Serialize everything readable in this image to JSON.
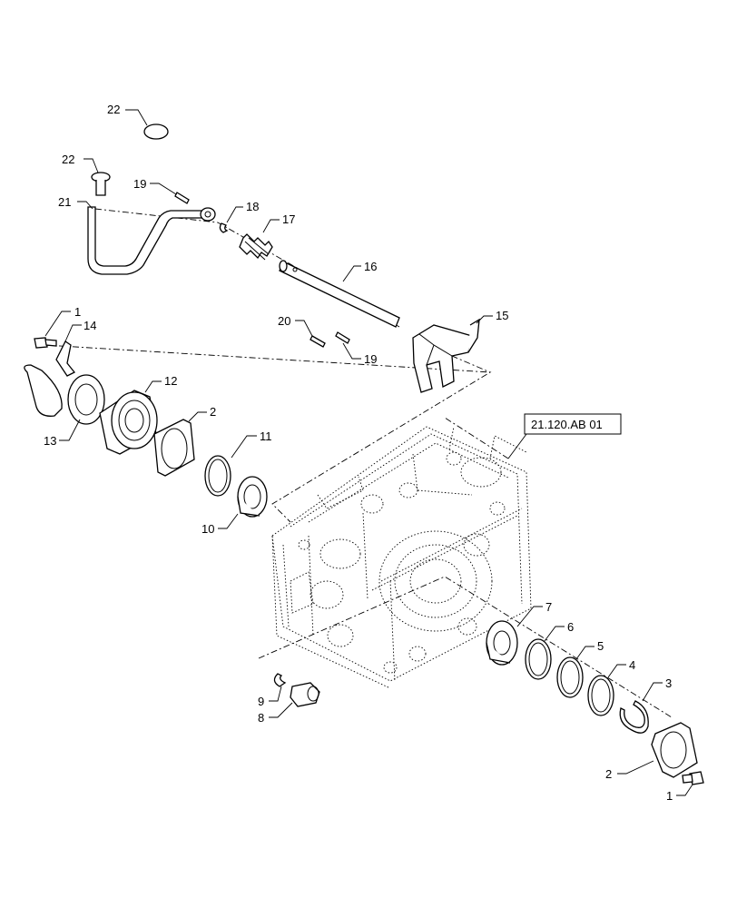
{
  "callouts": {
    "c22a": "22",
    "c22b": "22",
    "c21": "21",
    "c19a": "19",
    "c18": "18",
    "c17": "17",
    "c16": "16",
    "c15": "15",
    "c20": "20",
    "c19b": "19",
    "c1a": "1",
    "c14": "14",
    "c12": "12",
    "c13": "13",
    "c2a": "2",
    "c11": "11",
    "c10": "10",
    "c7": "7",
    "c6": "6",
    "c5": "5",
    "c4": "4",
    "c3": "3",
    "c9": "9",
    "c8": "8",
    "c2b": "2",
    "c1b": "1"
  },
  "reference": "21.120.AB 01"
}
